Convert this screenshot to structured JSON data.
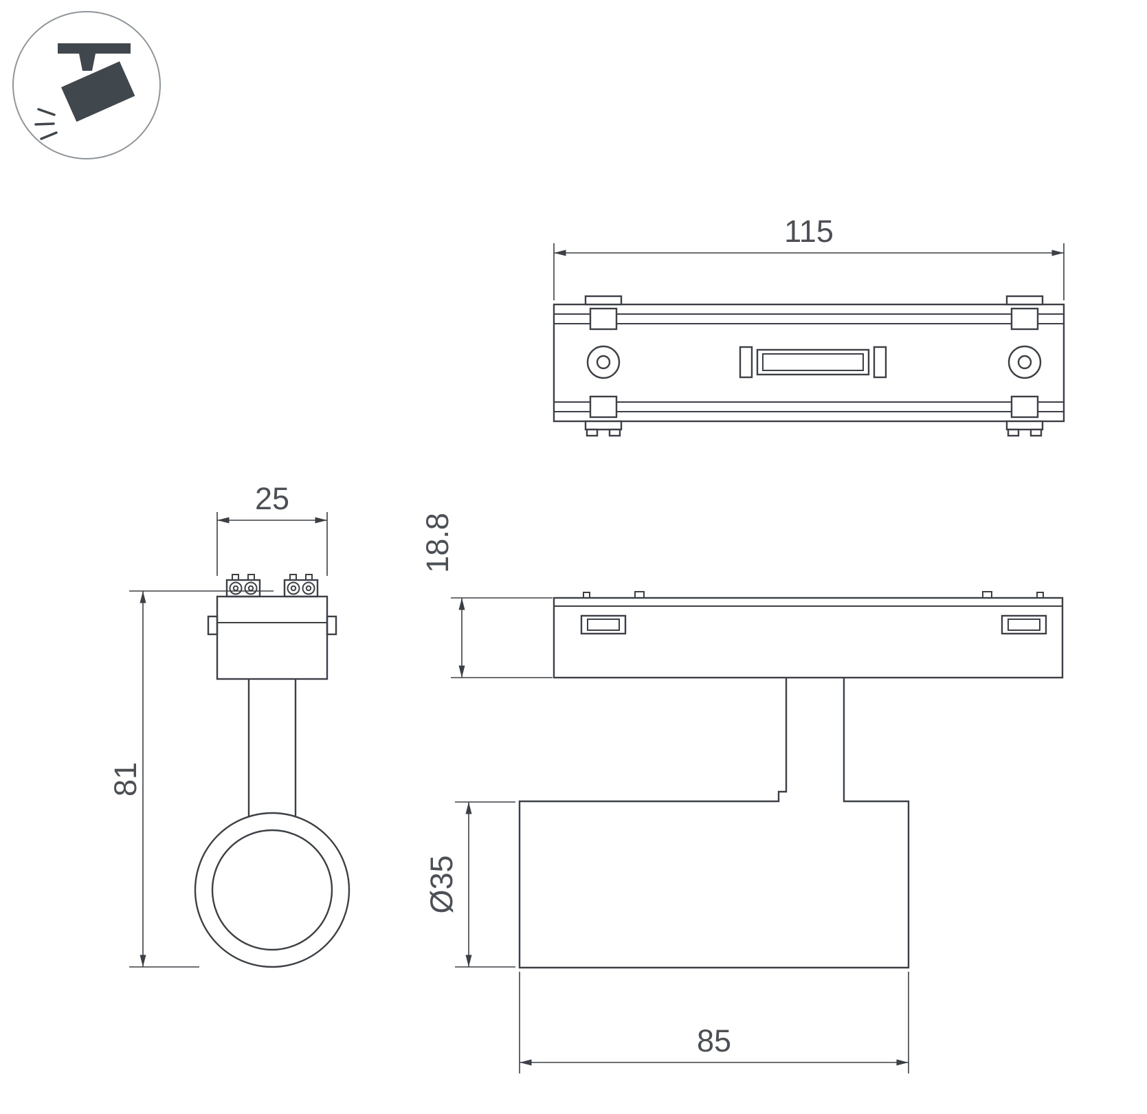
{
  "drawing": {
    "title": "track-spotlight-dimensional-drawing",
    "colors": {
      "line": "#3b4046",
      "text": "#4b5056",
      "icon_fill": "#40474d",
      "legend_circle": "#8f969b",
      "background": "#ffffff"
    },
    "dimensions": {
      "top_width": "115",
      "adapter_width": "25",
      "overall_height": "81",
      "adapter_height": "18.8",
      "body_diameter": "Ø35",
      "body_length": "85"
    }
  }
}
